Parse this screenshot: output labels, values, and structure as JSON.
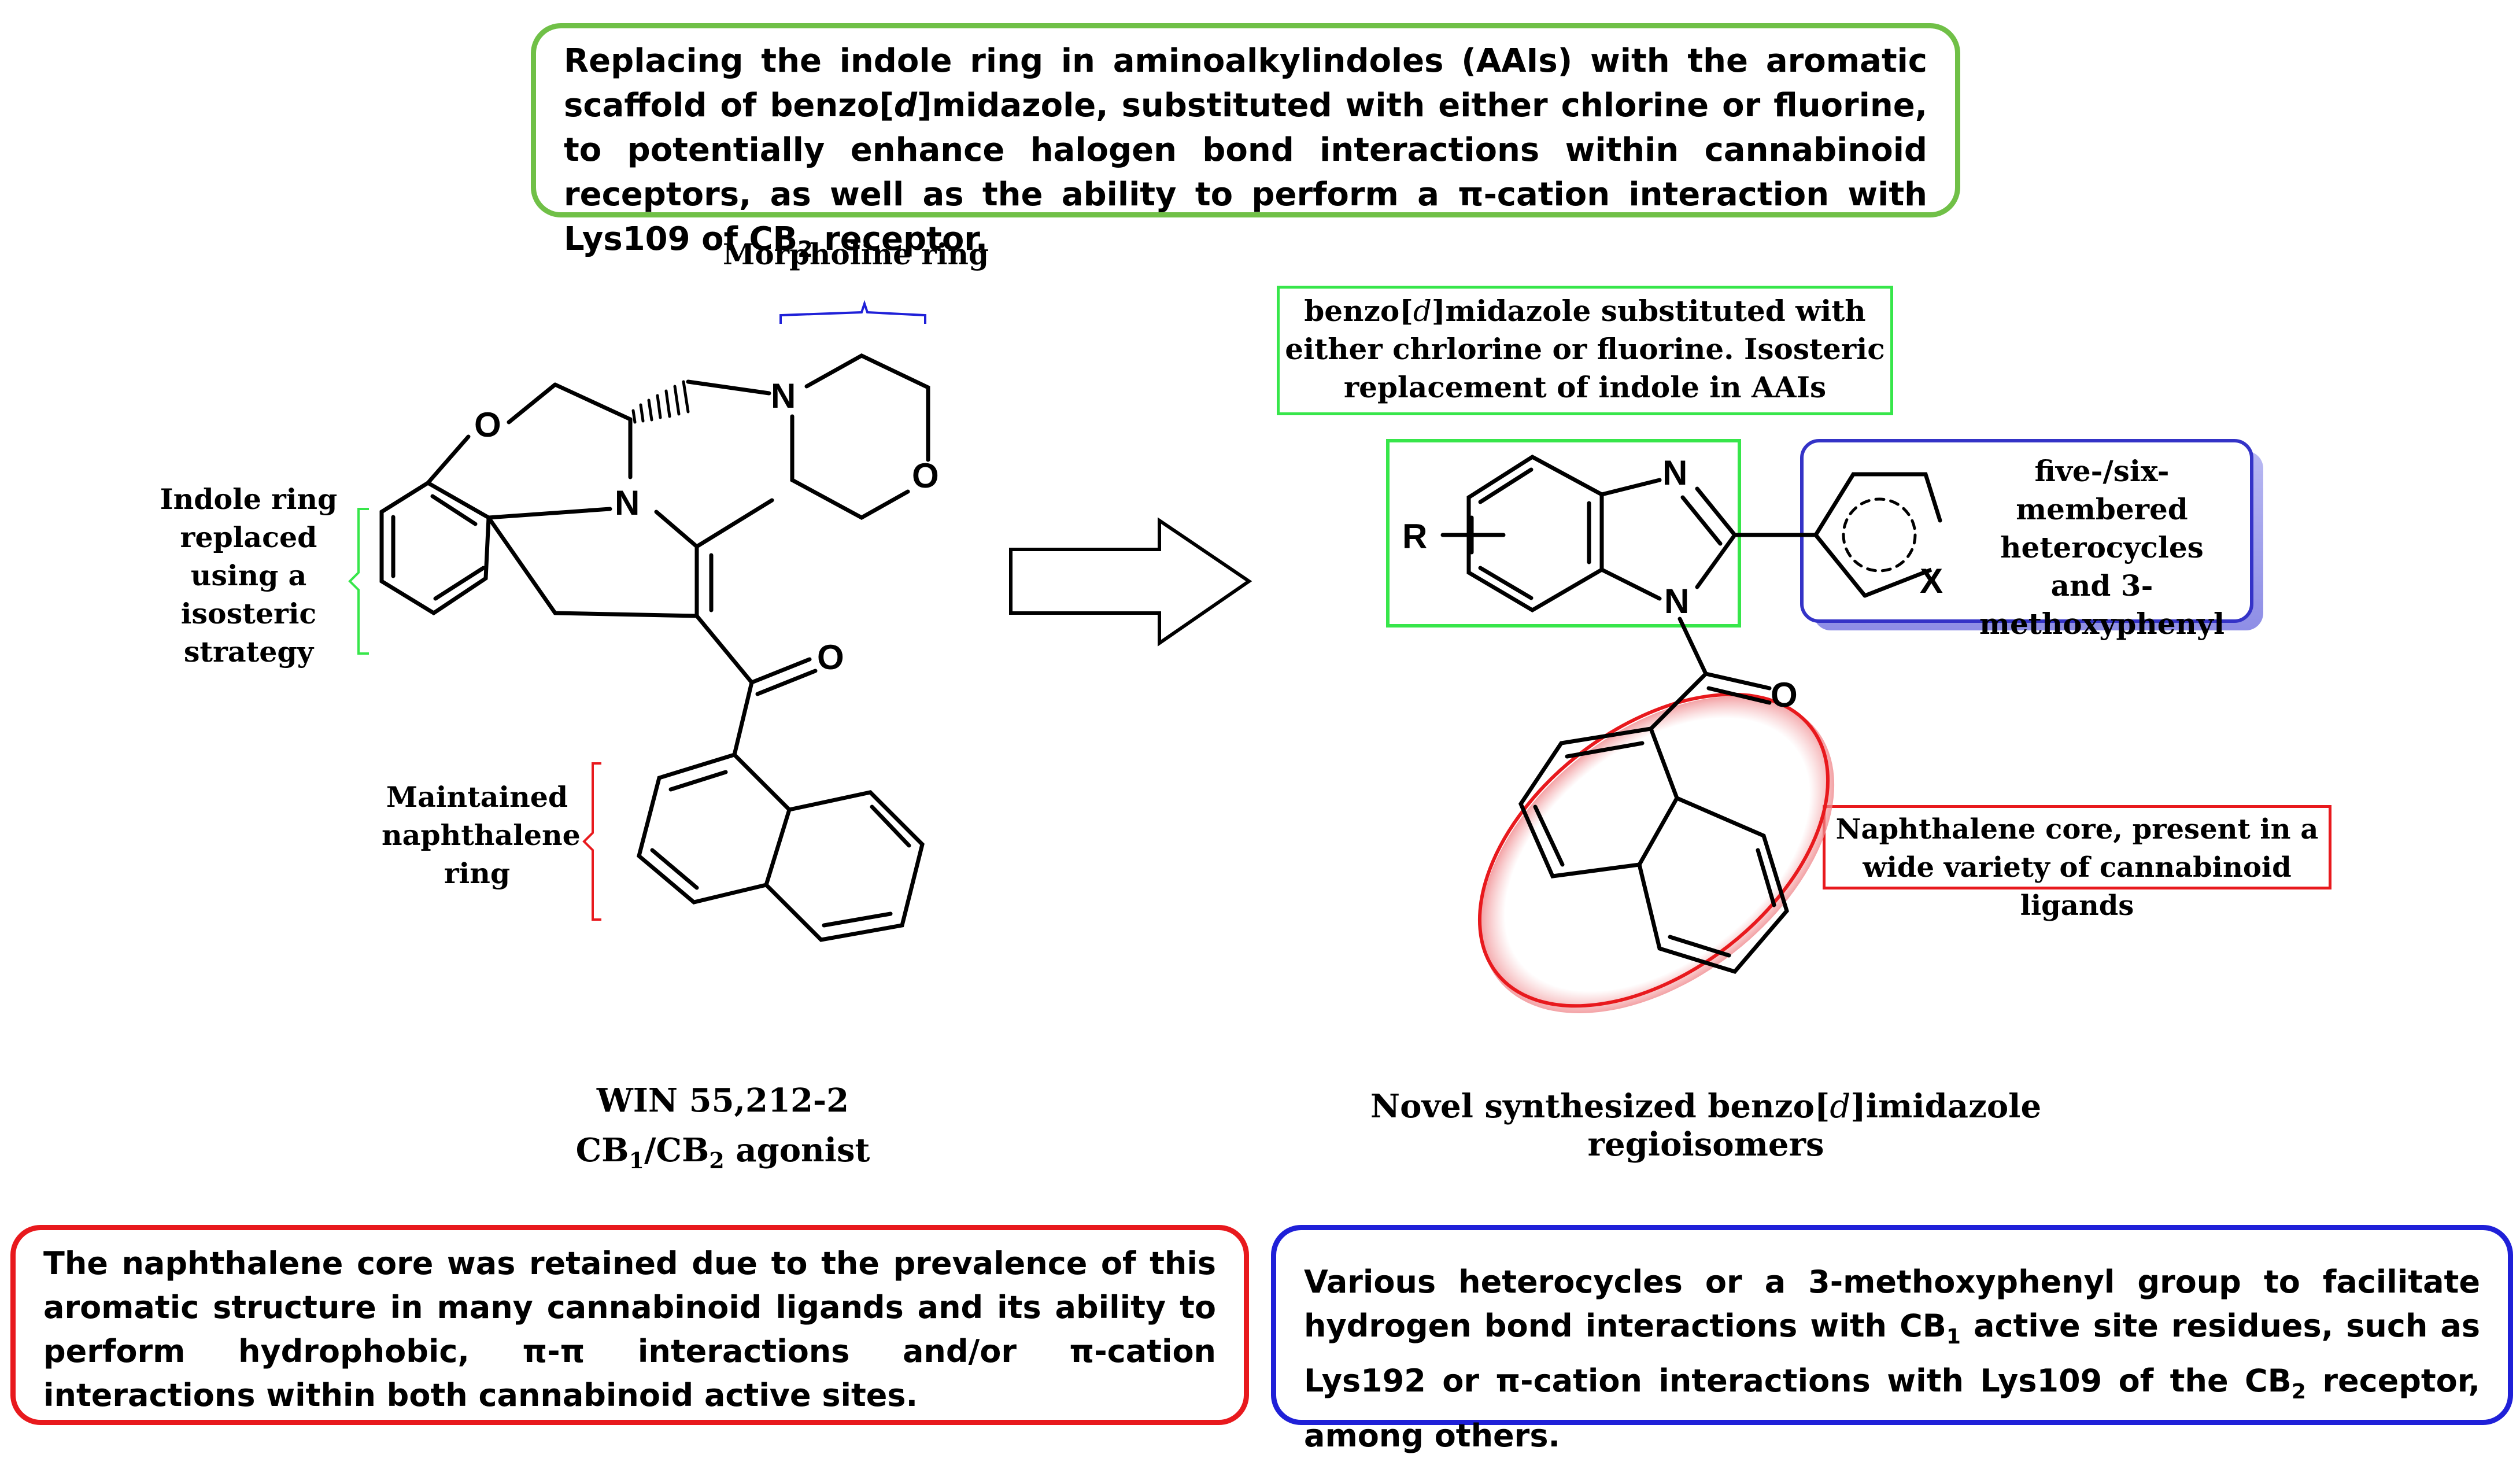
{
  "colors": {
    "green": "#70C047",
    "green_bright": "#37E64A",
    "red": "#E8191D",
    "blue": "#1F20D8",
    "blue_box": "#3433C7",
    "black": "#000000"
  },
  "top_box": {
    "text_before_d": "Replacing the indole ring in aminoalkylindoles (AAIs) with the aromatic scaffold of benzo[",
    "d": "d",
    "text_after_d": "]midazole, substituted with either chlorine or fluorine, to potentially enhance halogen bond interactions within cannabinoid receptors, as well as the ability to perform a π-cation interaction with Lys109 of CB",
    "sub": "2",
    "text_end": " receptor."
  },
  "left_structure": {
    "morpholine_label": "Morpholine ring",
    "indole_label": "Indole ring replaced using a isosteric strategy",
    "naphthalene_label": "Maintained naphthalene ring",
    "atoms": {
      "O_ring": "O",
      "N_ring": "N",
      "N_morph": "N",
      "O_morph": "O",
      "O_carbonyl": "O"
    },
    "caption_line1": "WIN 55,212-2",
    "caption_line2_a": "CB",
    "caption_line2_sub1": "1",
    "caption_line2_b": "/CB",
    "caption_line2_sub2": "2",
    "caption_line2_c": " agonist"
  },
  "right_structure": {
    "benzimidazole_note_before_d": "benzo[",
    "benzimidazole_note_d": "d",
    "benzimidazole_note_after_d": "]midazole substituted with either chrlorine or fluorine. Isosteric replacement of indole in AAIs",
    "heterocycle_note": "five-/six-membered heterocycles and 3-methoxyphenyl",
    "naphthalene_note": "Naphthalene core, present in a wide variety of cannabinoid ligands",
    "atoms": {
      "R": "R",
      "N_top": "N",
      "N_bottom": "N",
      "X": "X",
      "O_carbonyl": "O"
    },
    "caption_before_d": "Novel synthesized benzo[",
    "caption_d": "d",
    "caption_after_d": "]imidazole regioisomers"
  },
  "bottom_left_box": {
    "text": "The naphthalene core was retained due to the prevalence of this aromatic structure in many cannabinoid ligands and its ability to perform hydrophobic, π-π interactions and/or π-cation interactions within both cannabinoid active sites."
  },
  "bottom_right_box": {
    "text_a": "Various heterocycles or a 3-methoxyphenyl group to facilitate hydrogen bond interactions with CB",
    "sub": "1",
    "text_b": " active site residues, such as Lys192 or π-cation interactions with Lys109 of the CB",
    "sub2": "2",
    "text_c": " receptor, among others."
  },
  "icons": [
    "right-arrow-icon"
  ]
}
